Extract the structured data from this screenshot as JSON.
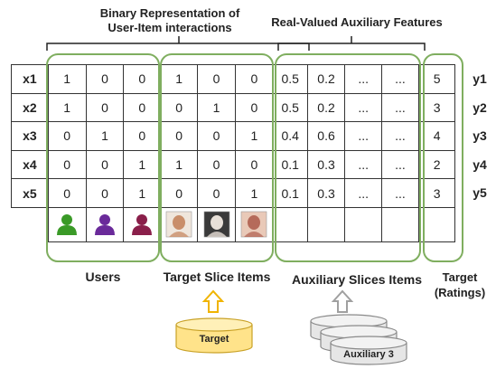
{
  "headers": {
    "binary": [
      "Binary Representation of",
      "User-Item interactions"
    ],
    "aux": "Real-Valued Auxiliary Features"
  },
  "rows": [
    {
      "x": "x1",
      "users": [
        "1",
        "0",
        "0"
      ],
      "items": [
        "1",
        "0",
        "0"
      ],
      "aux": [
        "0.5",
        "0.2",
        "...",
        "..."
      ],
      "rating": "5",
      "y": "y1"
    },
    {
      "x": "x2",
      "users": [
        "1",
        "0",
        "0"
      ],
      "items": [
        "0",
        "1",
        "0"
      ],
      "aux": [
        "0.5",
        "0.2",
        "...",
        "..."
      ],
      "rating": "3",
      "y": "y2"
    },
    {
      "x": "x3",
      "users": [
        "0",
        "1",
        "0"
      ],
      "items": [
        "0",
        "0",
        "1"
      ],
      "aux": [
        "0.4",
        "0.6",
        "...",
        "..."
      ],
      "rating": "4",
      "y": "y3"
    },
    {
      "x": "x4",
      "users": [
        "0",
        "0",
        "1"
      ],
      "items": [
        "1",
        "0",
        "0"
      ],
      "aux": [
        "0.1",
        "0.3",
        "...",
        "..."
      ],
      "rating": "2",
      "y": "y4"
    },
    {
      "x": "x5",
      "users": [
        "0",
        "0",
        "1"
      ],
      "items": [
        "0",
        "0",
        "1"
      ],
      "aux": [
        "0.1",
        "0.3",
        "...",
        "..."
      ],
      "rating": "3",
      "y": "y5"
    }
  ],
  "icons": {
    "users": [
      "user-icon-green",
      "user-icon-purple",
      "user-icon-maroon"
    ],
    "items": [
      "album-cover-icon-1",
      "album-cover-icon-2",
      "album-cover-icon-3"
    ]
  },
  "colors": {
    "group_border": "#7fae5f",
    "user_green": "#3a9a27",
    "user_purple": "#6a2a9a",
    "user_maroon": "#8a1f4a",
    "arrow_yellow": "#f0b400",
    "target_cylinder": "#ffe38a",
    "aux_cylinder": "#e6e6e6"
  },
  "footer": {
    "users": "Users",
    "target_items": "Target Slice Items",
    "aux_items": "Auxiliary Slices Items",
    "target_ratings": [
      "Target",
      "(Ratings)"
    ]
  },
  "cylinders": {
    "target": "Target",
    "aux": "Auxiliary 3"
  }
}
